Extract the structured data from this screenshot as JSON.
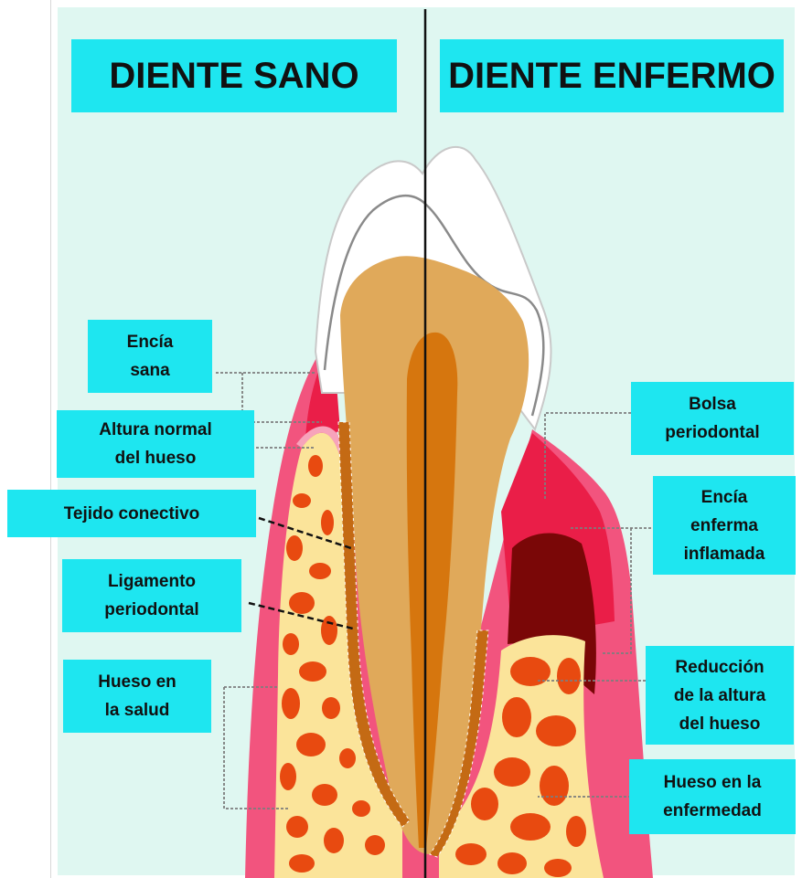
{
  "titles": {
    "healthy": "DIENTE SANO",
    "diseased": "DIENTE ENFERMO"
  },
  "labels": {
    "encia_sana": "Encía\nsana",
    "altura_normal": "Altura normal\ndel hueso",
    "tejido_conectivo": "Tejido conectivo",
    "ligamento": "Ligamento\nperiodontal",
    "hueso_salud": "Hueso en\nla salud",
    "bolsa": "Bolsa\nperiodontal",
    "encia_enferma": "Encía\nenferma\ninflamada",
    "reduccion": "Reducción\nde la altura\ndel hueso",
    "hueso_enfermedad": "Hueso en la\nenfermedad"
  },
  "colors": {
    "background": "#dff7f1",
    "label_box": "#1ee6f0",
    "enamel": "#ffffff",
    "dentin": "#e0a95a",
    "pulp": "#d6760e",
    "gum": "#f2547e",
    "inflamed_gum": "#ea1e48",
    "pocket": "#7a0707",
    "bone": "#fbe49a",
    "marrow": "#e84a10"
  }
}
